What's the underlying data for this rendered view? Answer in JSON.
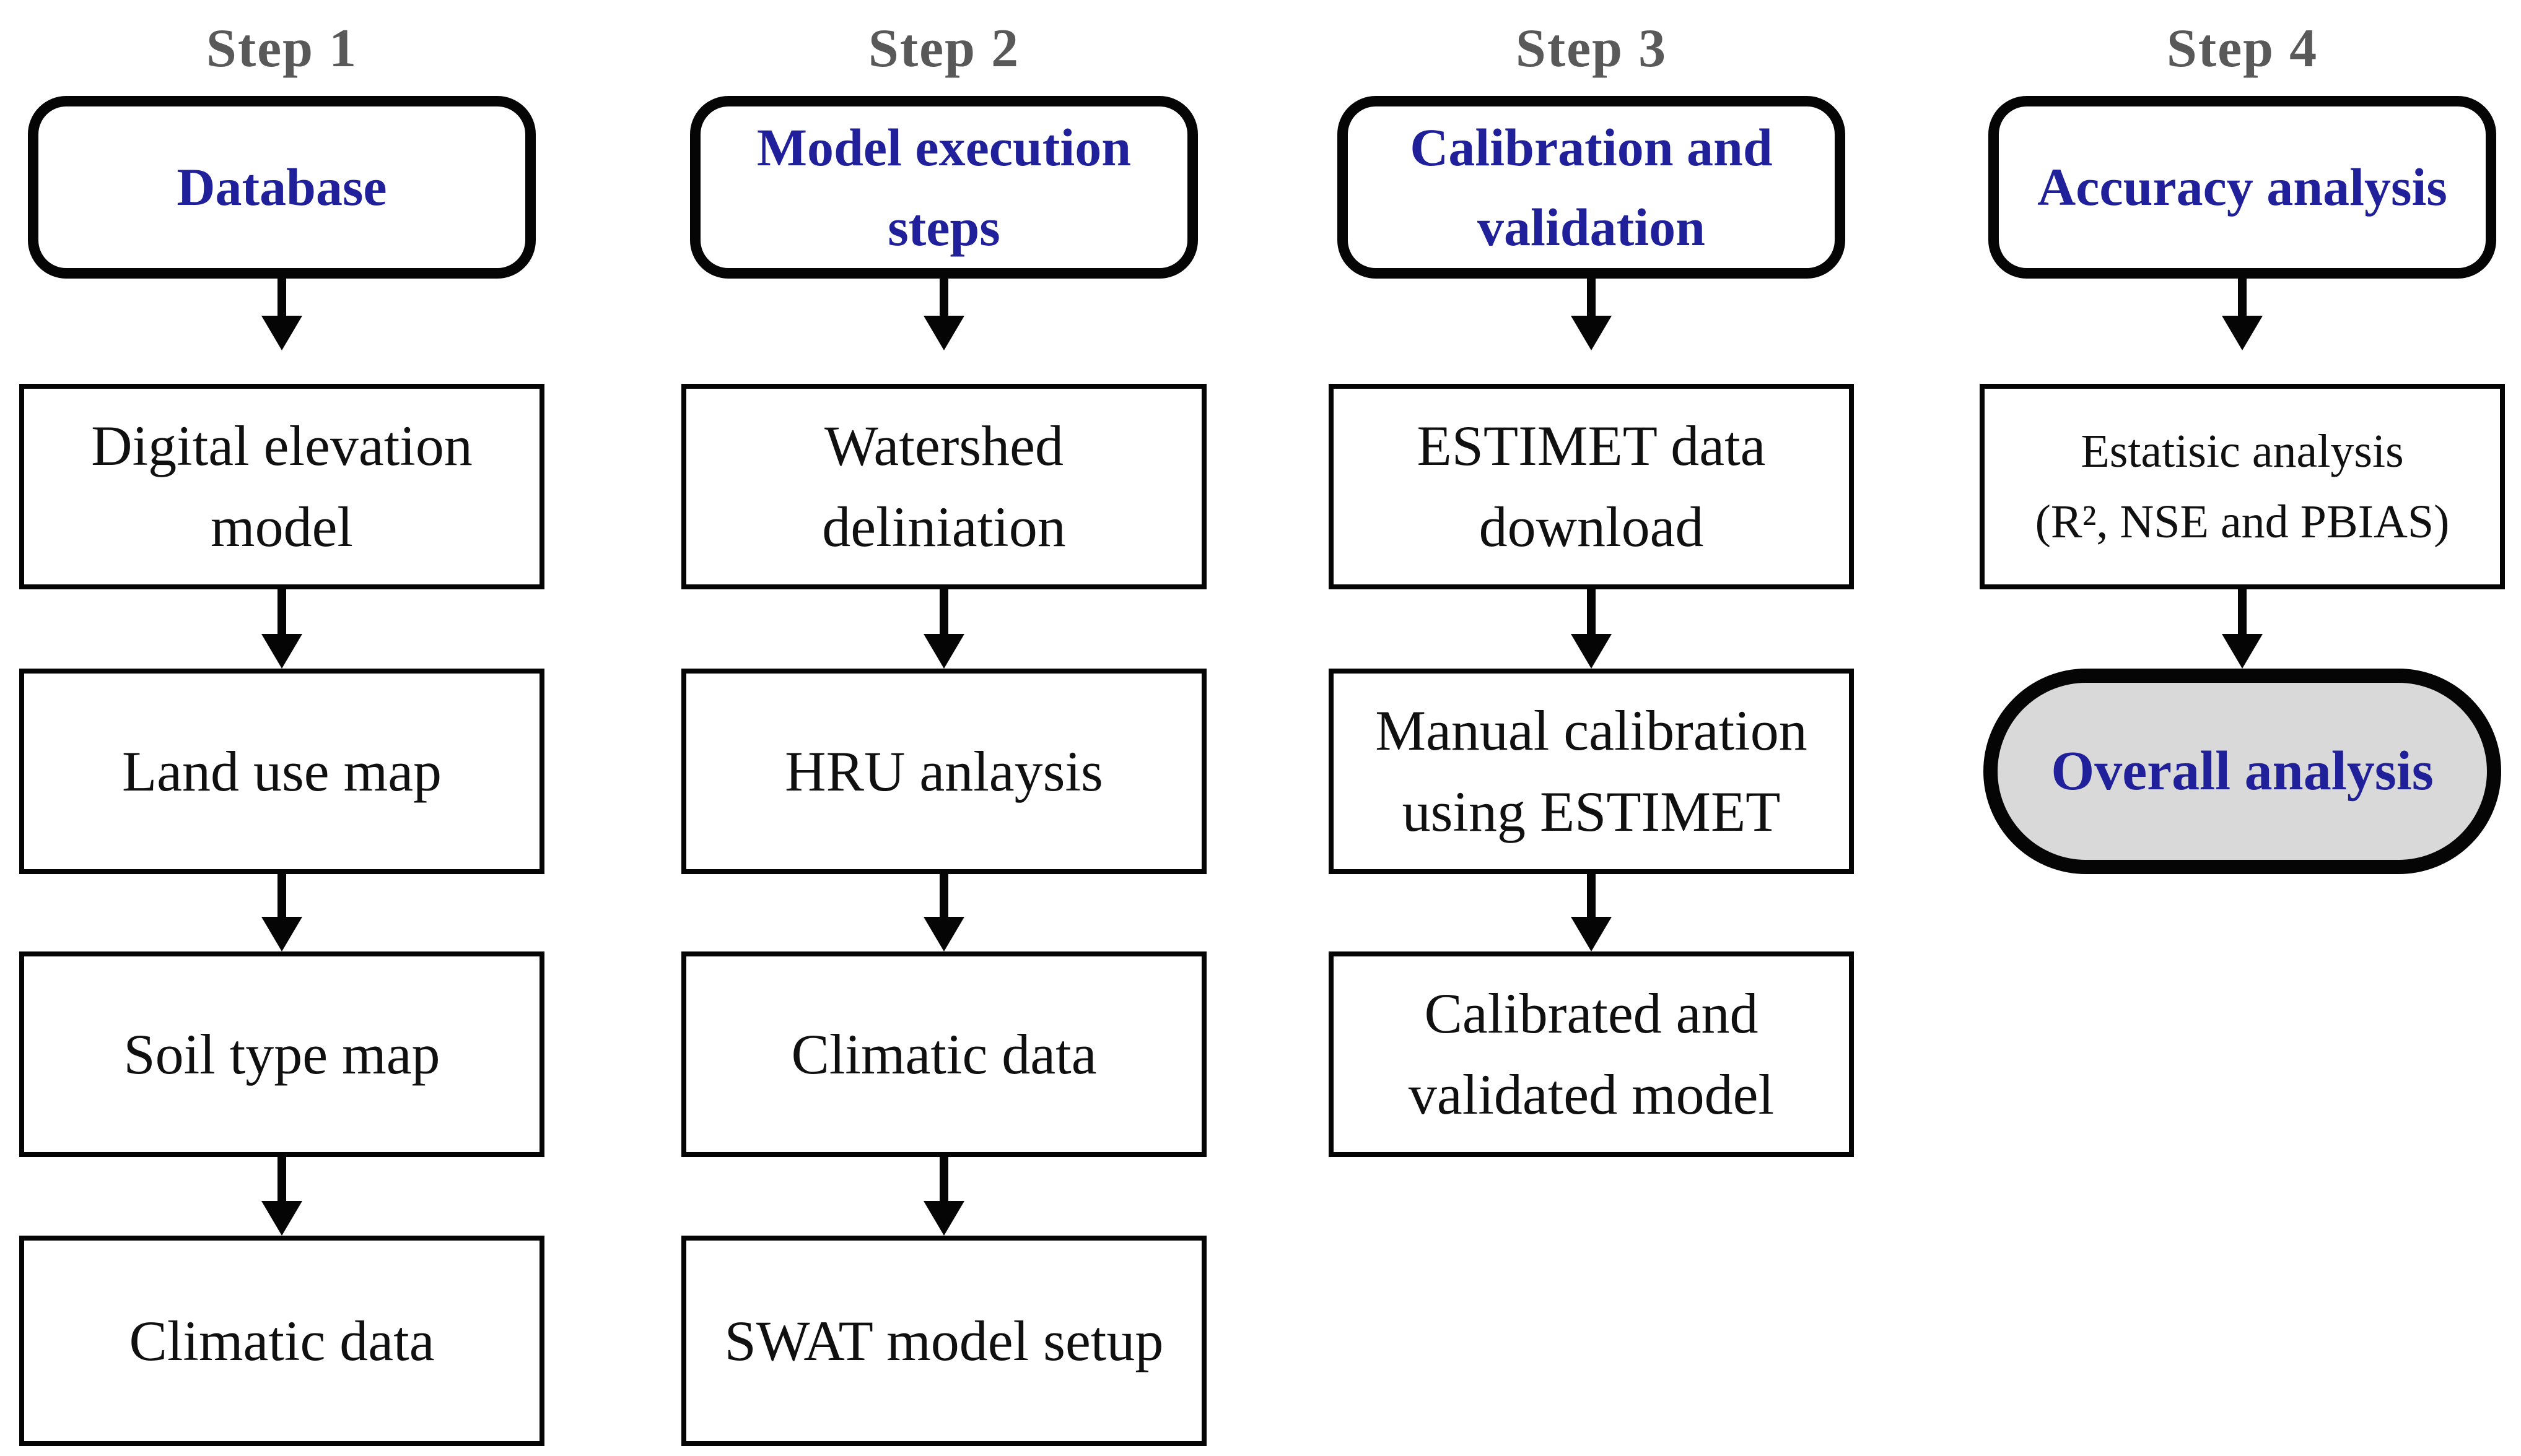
{
  "figure_type": "flowchart",
  "colors": {
    "header_text_blue": "#20209a",
    "step_label_gray": "#595959",
    "line_black": "#050505",
    "terminal_fill_gray": "#d9d9d9",
    "background": "#ffffff"
  },
  "columns": [
    {
      "step_label": "Step 1",
      "header": "Database",
      "boxes": [
        "Digital elevation model",
        "Land use map",
        "Soil type map",
        "Climatic data"
      ]
    },
    {
      "step_label": "Step 2",
      "header": "Model execution steps",
      "boxes": [
        "Watershed deliniation",
        "HRU anlaysis",
        "Climatic data",
        "SWAT model setup"
      ]
    },
    {
      "step_label": "Step 3",
      "header": "Calibration and validation",
      "boxes": [
        "ESTIMET data download",
        "Manual calibration using ESTIMET",
        "Calibrated and validated model"
      ]
    },
    {
      "step_label": "Step 4",
      "header": "Accuracy analysis",
      "boxes": [
        "Estatisic analysis\n(R², NSE and PBIAS)"
      ],
      "terminal": "Overall analysis"
    }
  ]
}
